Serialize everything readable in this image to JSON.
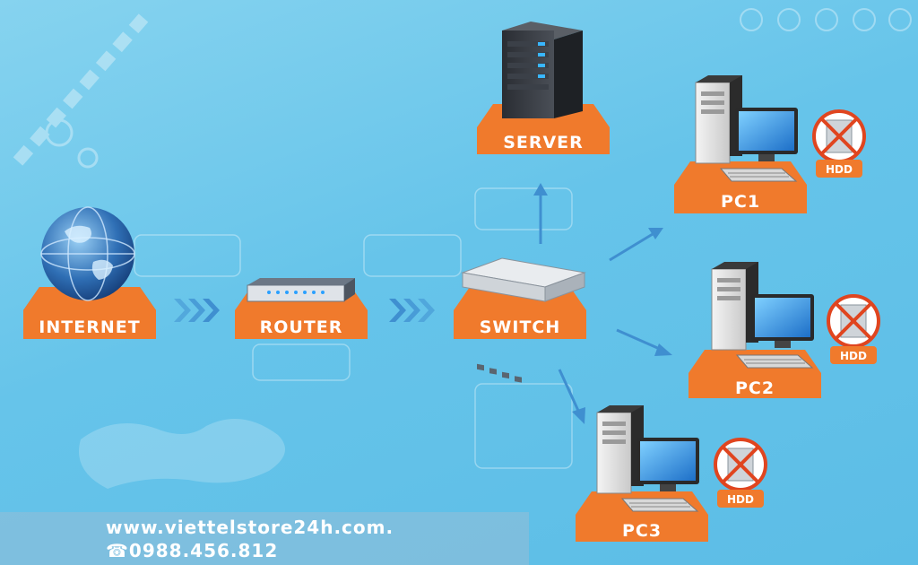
{
  "nodes": {
    "internet": {
      "label": "INTERNET"
    },
    "router": {
      "label": "ROUTER"
    },
    "switch": {
      "label": "SWITCH"
    },
    "server": {
      "label": "SERVER"
    },
    "pc1": {
      "label": "PC1",
      "badge": "HDD"
    },
    "pc2": {
      "label": "PC2",
      "badge": "HDD"
    },
    "pc3": {
      "label": "PC3",
      "badge": "HDD"
    }
  },
  "watermark": {
    "url": "www.viettelstore24h.com.",
    "phone": "☎0988.456.812"
  },
  "colors": {
    "background": "#66c4ea",
    "platform": "#f07a2c",
    "platform_dark": "#c65a16",
    "arrow": "#3f8fd0",
    "badge_red": "#e0451f"
  },
  "icons": [
    "globe-icon",
    "router-icon",
    "switch-icon",
    "server-icon",
    "pc-icon",
    "hdd-crossed-icon"
  ]
}
